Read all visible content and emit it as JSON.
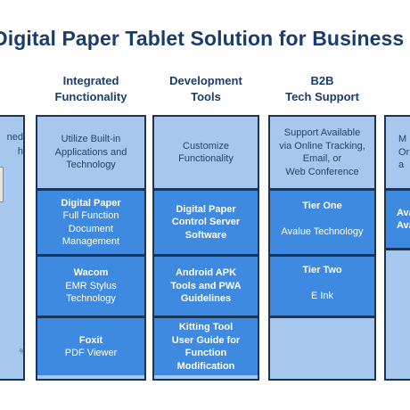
{
  "title": "Digital Paper Tablet Solution for Business",
  "left_column": {
    "frag1": "ned",
    "frag2": "h",
    "frag3": "ty"
  },
  "columns": [
    {
      "header": "Integrated\nFunctionality",
      "cells": [
        {
          "title": "",
          "sub": "Utilize Built-in\nApplications and\nTechnology"
        },
        {
          "title": "Digital Paper",
          "sub": "Full Function\nDocument\nManagement"
        },
        {
          "title": "Wacom",
          "sub": "EMR Stylus\nTechnology"
        },
        {
          "title": "Foxit",
          "sub": "PDF Viewer"
        }
      ]
    },
    {
      "header": "Development\nTools",
      "cells": [
        {
          "title": "",
          "sub": "Customize\nFunctionality"
        },
        {
          "title": "Digital Paper\nControl Server\nSoftware",
          "sub": ""
        },
        {
          "title": "Android APK\nTools and PWA\nGuidelines",
          "sub": ""
        },
        {
          "title": "Kitting Tool\nUser Guide for\nFunction Modification",
          "sub": ""
        }
      ]
    },
    {
      "header": "B2B\nTech Support",
      "cells": [
        {
          "title": "",
          "sub": "Support Available\nvia Online Tracking,\nEmail, or\nWeb Conference"
        },
        {
          "title": "Tier One",
          "sub": "Avalue Technology"
        },
        {
          "title": "Tier Two",
          "sub": "E Ink"
        },
        {
          "title": "",
          "sub": ""
        }
      ]
    }
  ],
  "right_column": {
    "frag1": "M\nOr\na",
    "frag2": "Ava\nAva"
  }
}
